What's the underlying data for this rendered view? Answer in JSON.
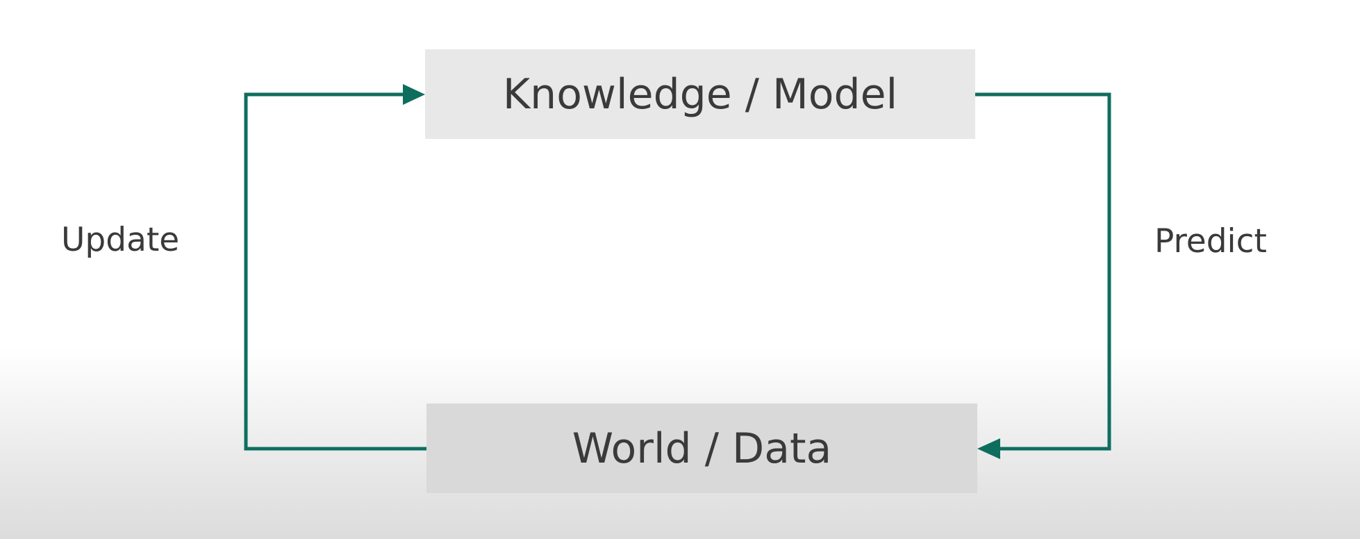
{
  "diagram": {
    "nodes": {
      "top": "Knowledge / Model",
      "bottom": "World / Data"
    },
    "edges": {
      "left": "Update",
      "right": "Predict"
    },
    "colors": {
      "arrow": "#0e6e5e",
      "box_top": "#e8e8e8",
      "box_bottom": "#d9d9d9",
      "text": "#3a3a3a"
    }
  }
}
